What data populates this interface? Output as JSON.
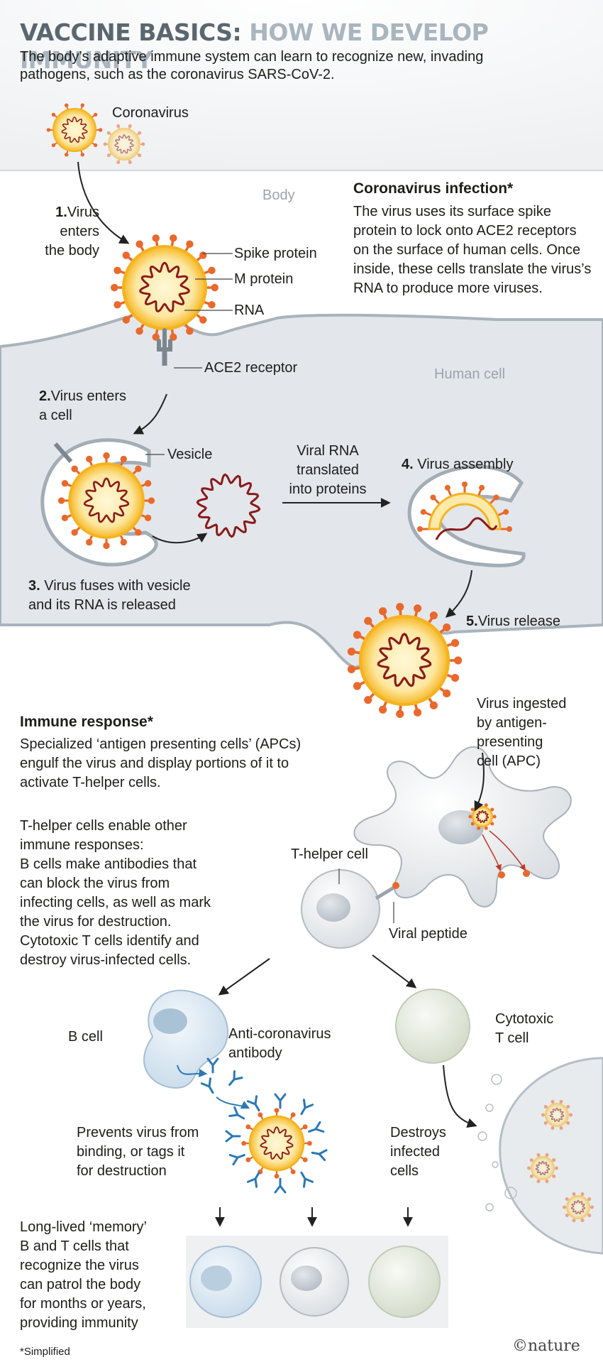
{
  "header": {
    "title_part1": "VACCINE BASICS:",
    "title_part2": "HOW WE DEVELOP IMMUNITY",
    "subtitle": "The body’s adaptive immune system can learn to recognize new, invading pathogens, such as the coronavirus SARS-CoV-2."
  },
  "labels": {
    "coronavirus": "Coronavirus",
    "body": "Body",
    "human_cell": "Human cell",
    "spike_protein": "Spike protein",
    "m_protein": "M protein",
    "rna": "RNA",
    "ace2": "ACE2 receptor",
    "vesicle": "Vesicle",
    "viral_rna_translated": "Viral RNA\ntranslated\ninto proteins",
    "t_helper_cell": "T-helper cell",
    "viral_peptide": "Viral peptide",
    "b_cell": "B cell",
    "antibody": "Anti-coronavirus\nantibody",
    "cytotoxic_t_cell": "Cytotoxic\nT cell",
    "prevents_virus": "Prevents virus from\nbinding, or tags it\nfor destruction",
    "destroys_cells": "Destroys\ninfected\ncells",
    "virus_ingested": "Virus ingested\nby antigen-\npresenting\ncell (APC)"
  },
  "steps": [
    {
      "num": "1.",
      "text": "Virus\nenters\nthe body"
    },
    {
      "num": "2.",
      "text": "Virus enters\na cell"
    },
    {
      "num": "3.",
      "text": "Virus fuses with vesicle\nand its RNA is released"
    },
    {
      "num": "4.",
      "text": "Virus assembly"
    },
    {
      "num": "5.",
      "text": "Virus release"
    }
  ],
  "infection_box": {
    "heading": "Coronavirus infection*",
    "text": "The virus uses its surface spike protein to lock onto ACE2 receptors on the surface of human cells. Once inside, these cells translate the virus’s RNA to produce more viruses."
  },
  "immune_box": {
    "heading": "Immune response*",
    "text1": "Specialized ‘antigen presenting cells’ (APCs) engulf the virus and display portions of it to activate T-helper cells.",
    "text2": "T-helper cells enable other\nimmune responses:\nB cells make antibodies that\ncan block the virus from\ninfecting cells, as well as mark\nthe virus for destruction.\nCytotoxic T cells identify and\ndestroy virus-infected cells."
  },
  "memory_text": "Long-lived ‘memory’\nB and T cells that\nrecognize the virus\ncan patrol the body\nfor months or years,\nproviding immunity",
  "footnote": "*Simplified",
  "credit": "©nature",
  "colors": {
    "cell_gray": "#e2e6ea",
    "membrane": "#a3adb6",
    "virus_core": "#fde9a8",
    "virus_ring": "#f5b321",
    "spike": "#e9692c",
    "rna": "#8a1a1a",
    "antibody": "#2b78b5",
    "b_cell": "#d3e2ef",
    "t_cell": "#dfe5d8"
  }
}
